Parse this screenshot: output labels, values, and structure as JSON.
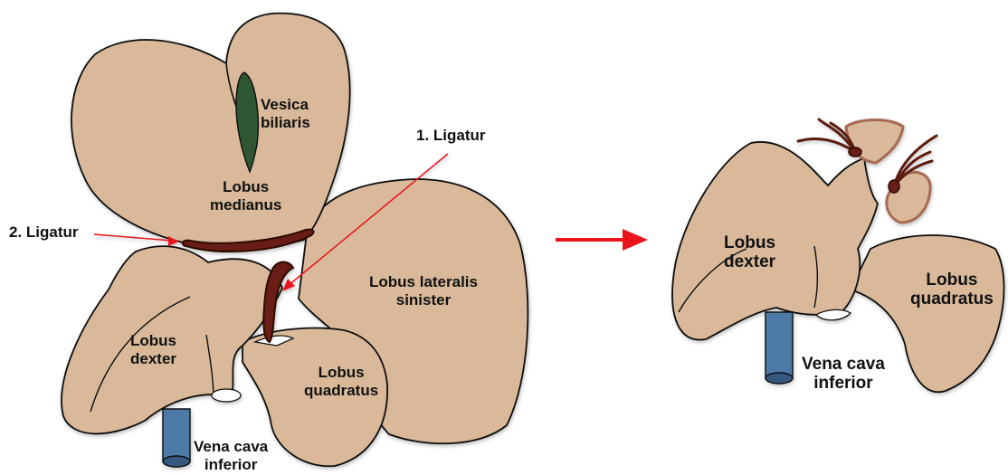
{
  "colors": {
    "tissue": "#d9b99a",
    "tissue_shade": "#c9a27e",
    "outline": "#111111",
    "gallbladder": "#2d5630",
    "vena_cava": "#4c7aa6",
    "ligature": "#6a1d14",
    "arrow": "#e8131b",
    "stump": "#a86a52"
  },
  "labels": {
    "vesica": [
      "Vesica",
      "biliaris"
    ],
    "medianus": [
      "Lobus",
      "medianus"
    ],
    "lateralis": [
      "Lobus lateralis",
      "sinister"
    ],
    "dexter_left": [
      "Lobus",
      "dexter"
    ],
    "quadratus_left": [
      "Lobus",
      "quadratus"
    ],
    "vena_left": [
      "Vena cava",
      "inferior"
    ],
    "lig1": "1. Ligatur",
    "lig2": "2. Ligatur",
    "dexter_right": [
      "Lobus",
      "dexter"
    ],
    "quadratus_right": [
      "Lobus",
      "quadratus"
    ],
    "vena_right": [
      "Vena cava",
      "inferior"
    ]
  }
}
